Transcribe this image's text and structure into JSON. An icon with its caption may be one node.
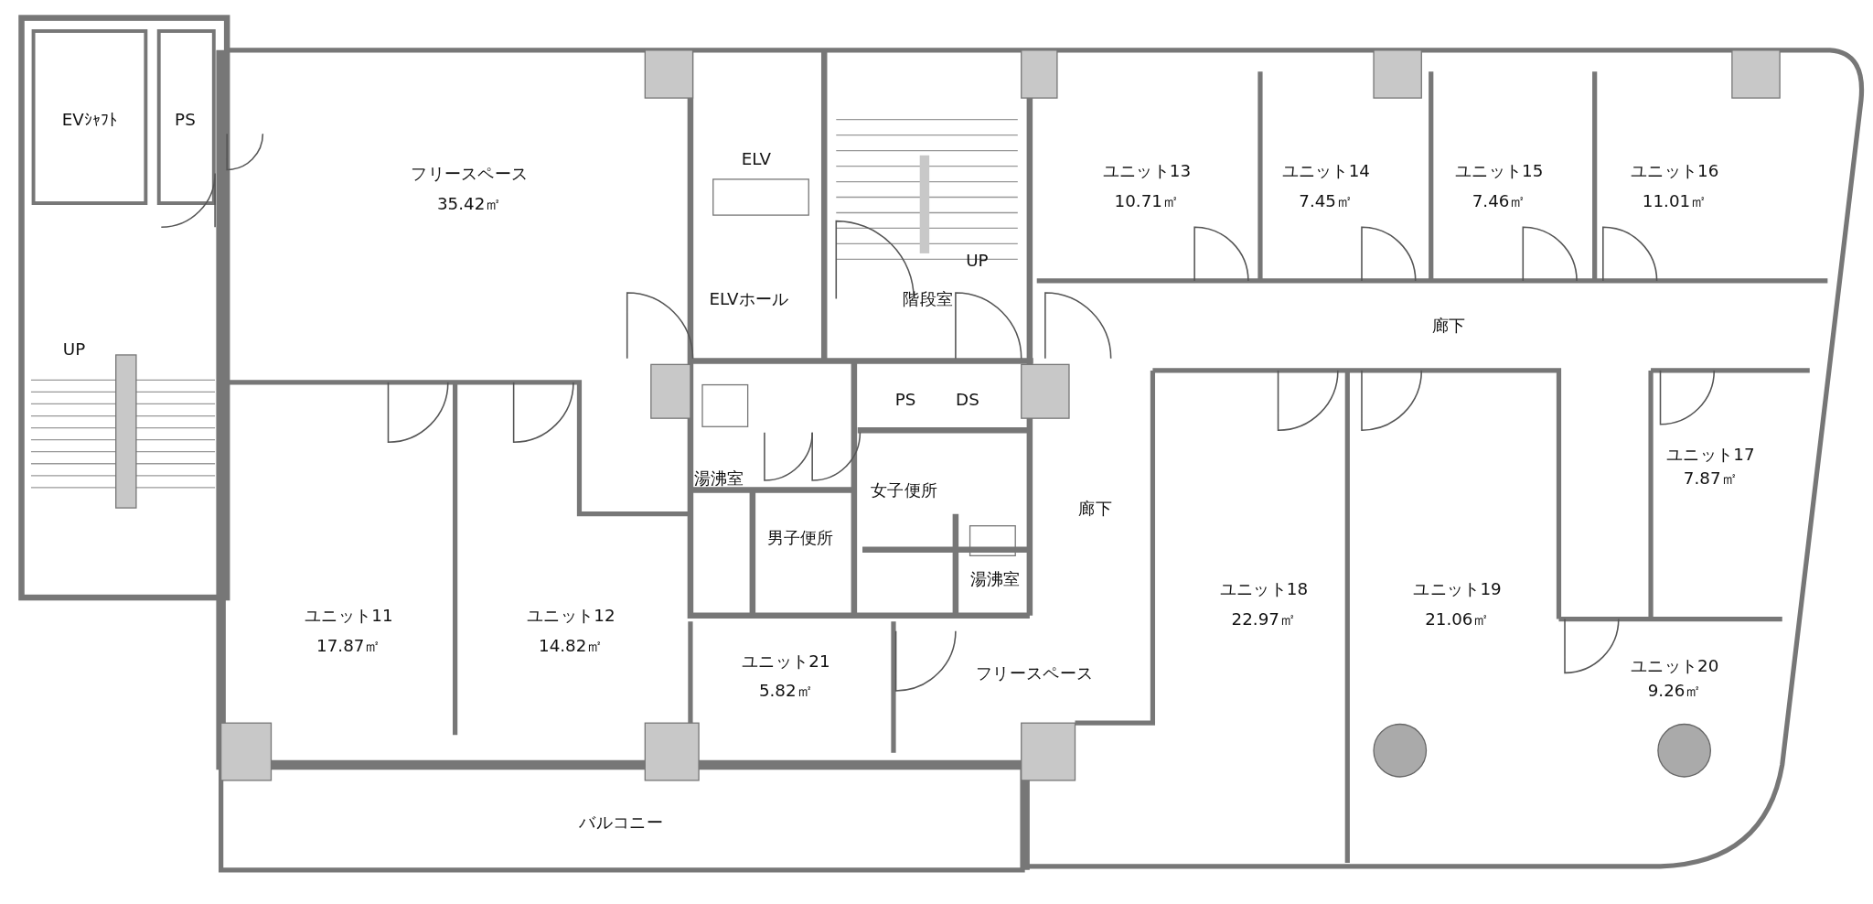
{
  "diagram": {
    "labels": [
      "EVｼｬﾌﾄ",
      "PS",
      "フリースペース",
      "35.42㎡",
      "ELV",
      "ユニット13",
      "10.71㎡",
      "ユニット14",
      "7.45㎡",
      "ユニット15",
      "7.46㎡",
      "ユニット16",
      "11.01㎡",
      "UP",
      "ELVホール",
      "階段室",
      "廊下",
      "UP",
      "PS",
      "DS",
      "ユニット17",
      "7.87㎡",
      "湯沸室",
      "女子便所",
      "廊下",
      "男子便所",
      "ユニット18",
      "22.97㎡",
      "ユニット19",
      "21.06㎡",
      "湯沸室",
      "ユニット11",
      "17.87㎡",
      "ユニット12",
      "14.82㎡",
      "ユニット21",
      "5.82㎡",
      "フリースペース",
      "ユニット20",
      "9.26㎡",
      "バルコニー"
    ]
  }
}
